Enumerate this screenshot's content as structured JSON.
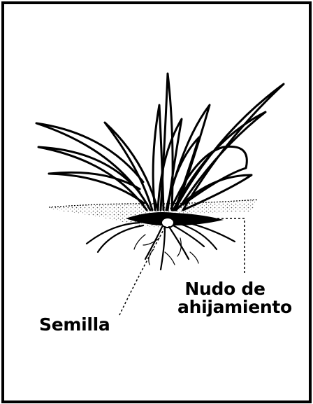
{
  "labels": {
    "tillering_node_line1": "Nudo de",
    "tillering_node_line2": "ahijamiento",
    "seed": "Semilla"
  },
  "colors": {
    "ink": "#000000",
    "paper": "#ffffff",
    "soil_dots": "#555555"
  }
}
